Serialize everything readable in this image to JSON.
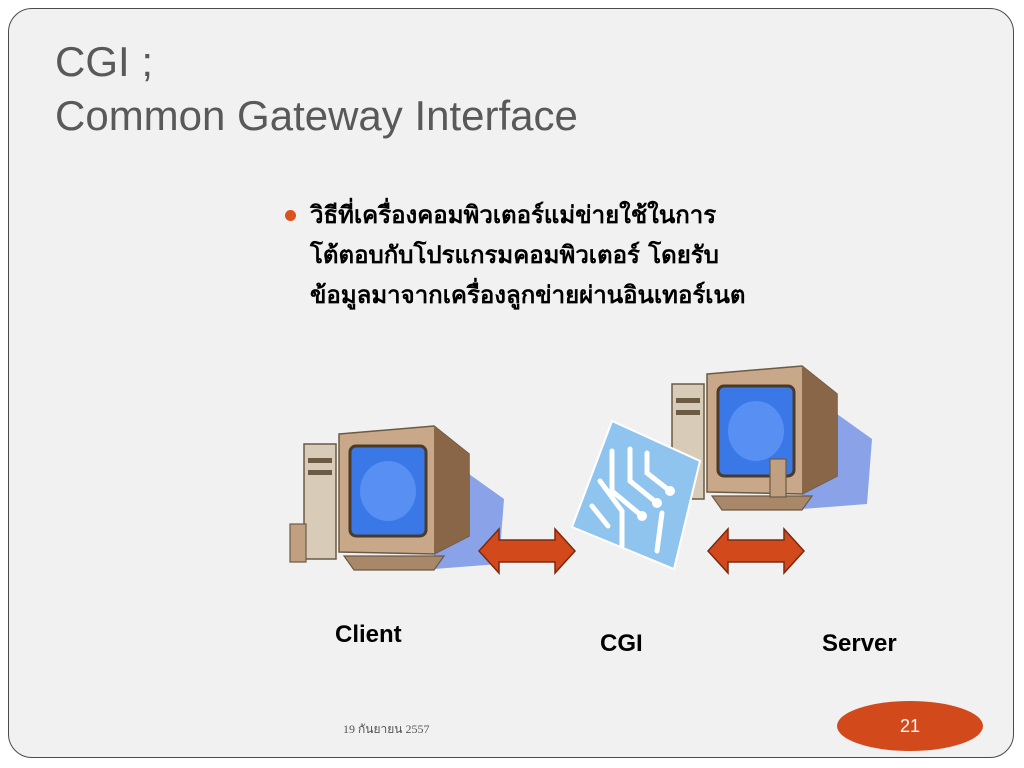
{
  "slide": {
    "title_line1": "CGI ;",
    "title_line2": "Common Gateway Interface",
    "bullet": {
      "line1": "วิธีที่เครื่องคอมพิวเตอร์แม่ข่ายใช้ในการ",
      "line2": "โต้ตอบกับโปรแกรมคอมพิวเตอร์  โดยรับ",
      "line3": "ข้อมูลมาจากเครื่องลูกข่ายผ่านอินเทอร์เนต"
    },
    "labels": {
      "client": "Client",
      "cgi": "CGI",
      "server": "Server"
    },
    "footer": {
      "date": "19 กันยายน 2557",
      "page_number": "21"
    }
  },
  "icons": {
    "client": "desktop-computer-icon",
    "server": "desktop-computer-icon",
    "cgi": "circuit-chip-icon",
    "arrows": "double-arrow-icon"
  },
  "colors": {
    "accent": "#d24a1c",
    "arrow": "#d24a1c",
    "chip": "#8ec4ee",
    "screen": "#3a78e8"
  }
}
